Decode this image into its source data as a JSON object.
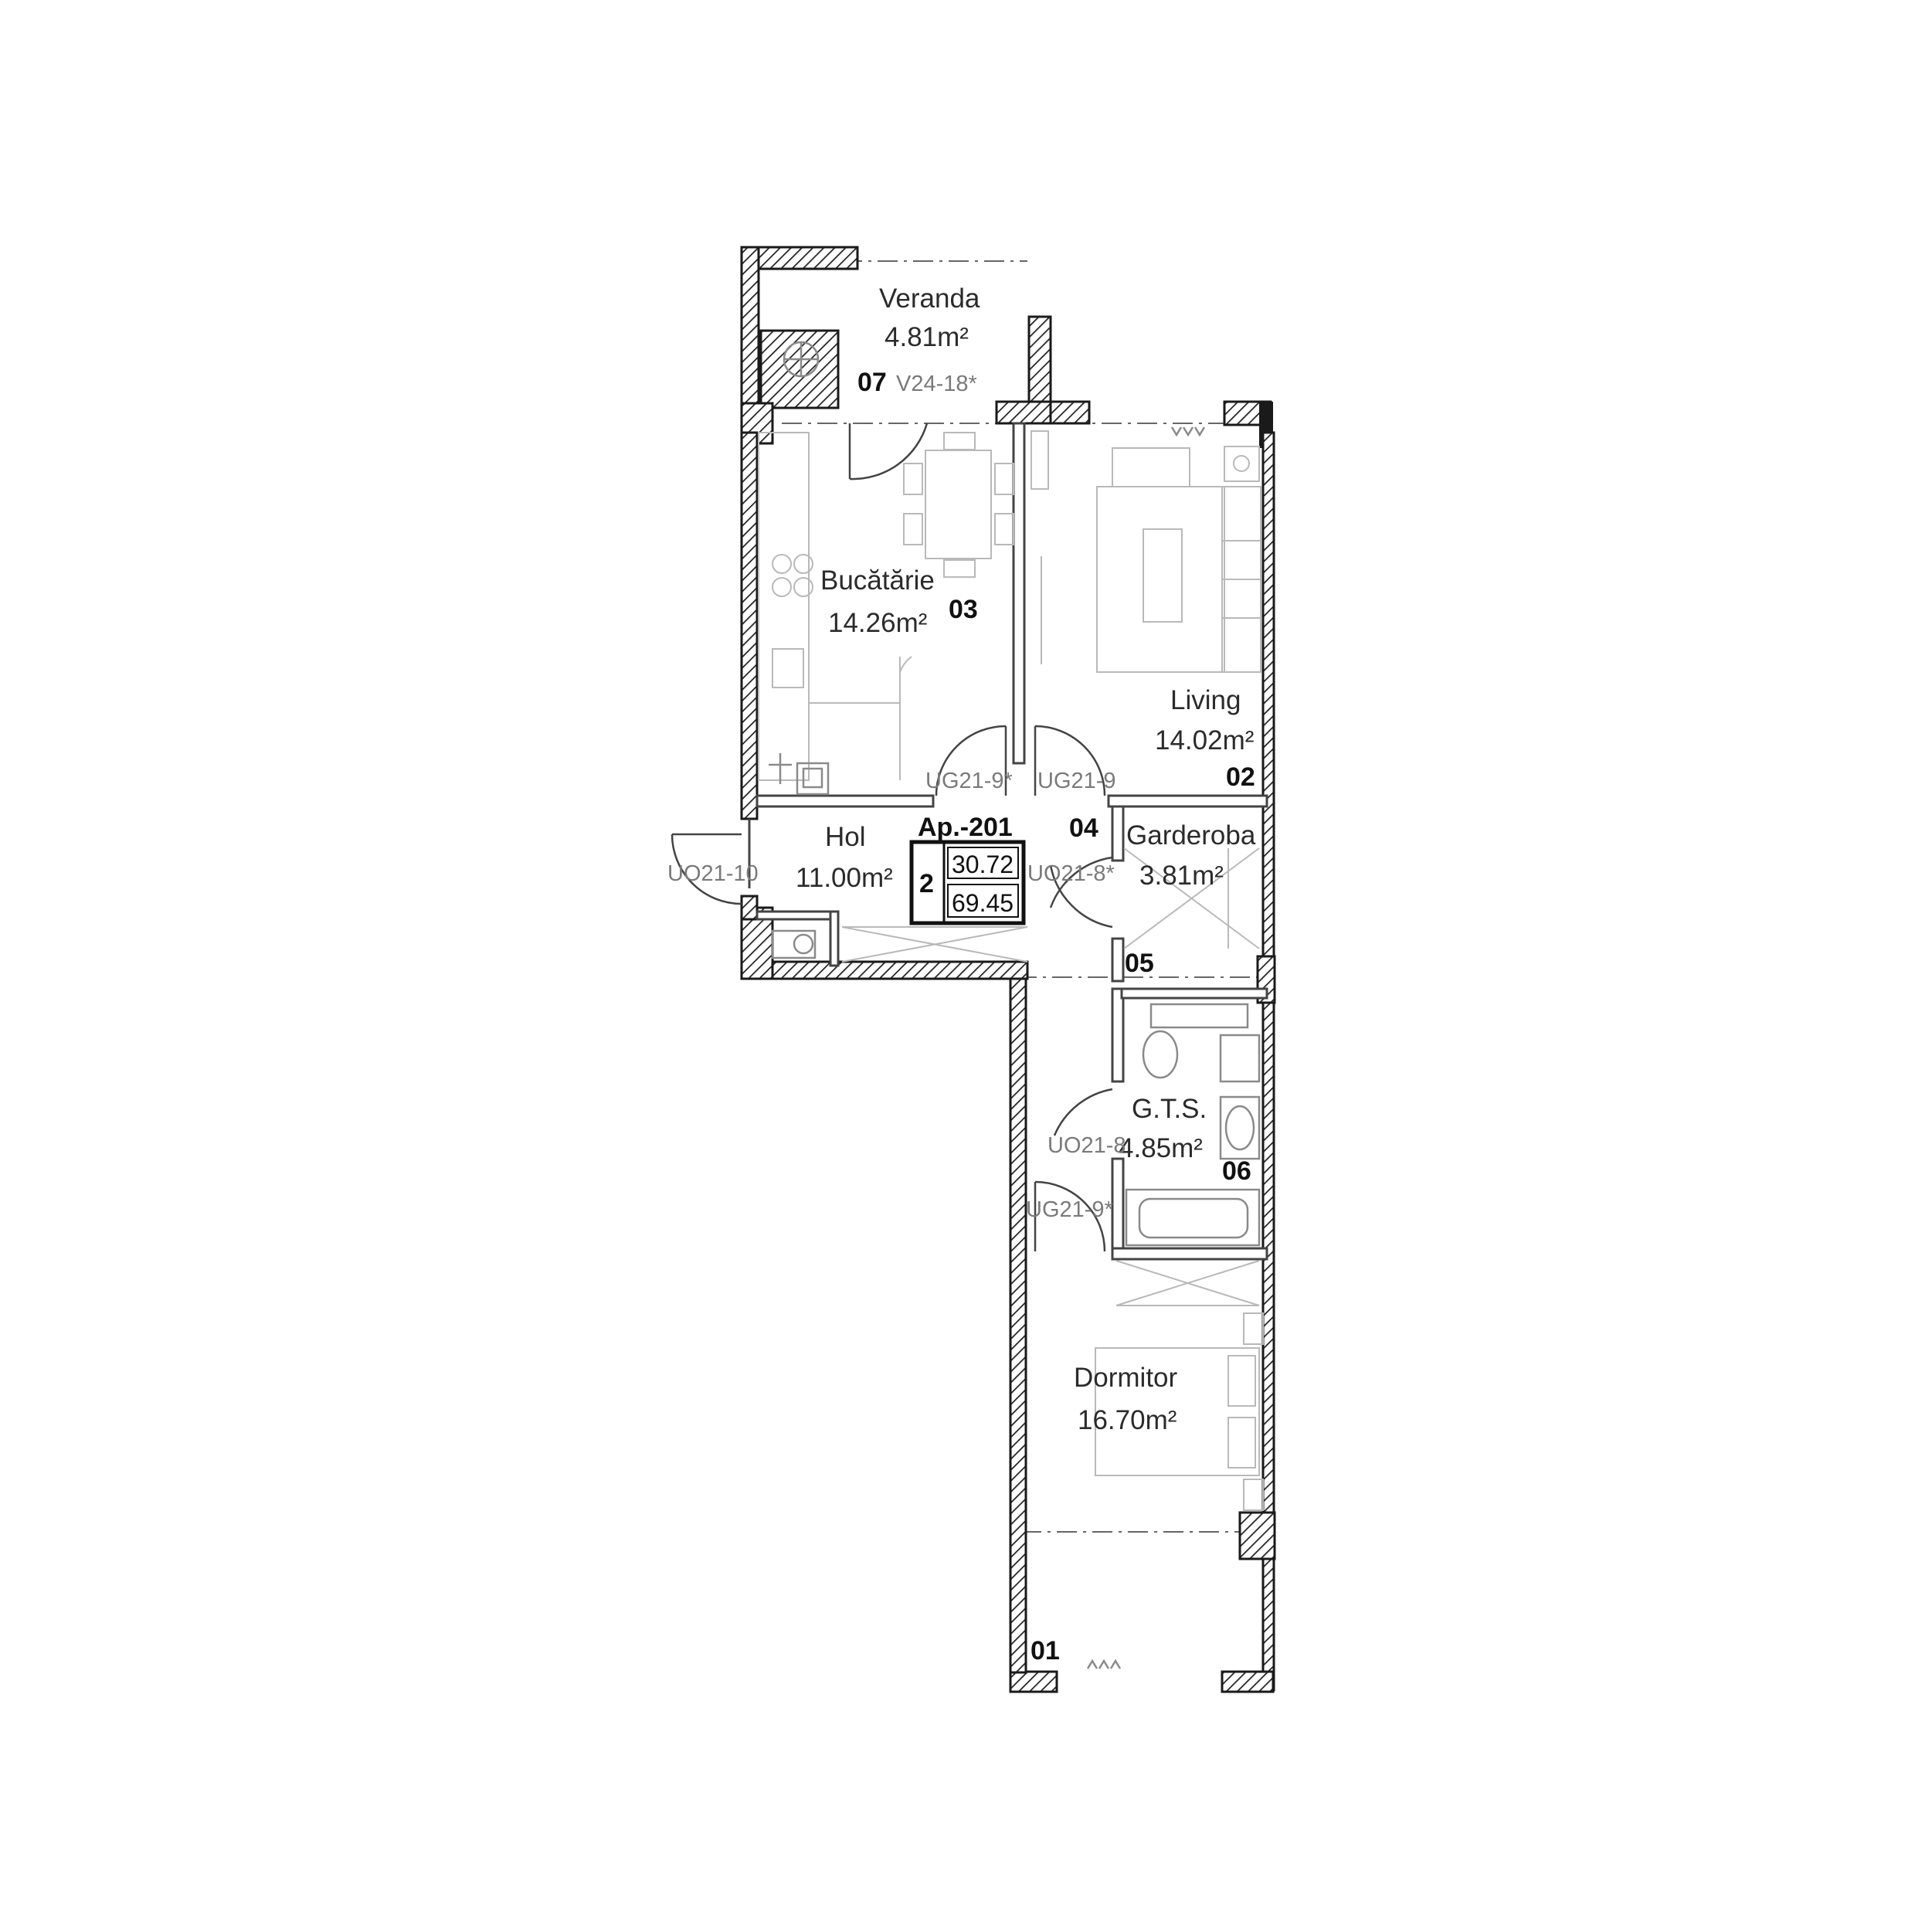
{
  "apartment": {
    "code": "Ap.-201",
    "rooms_count": "2",
    "living_area": "30.72",
    "total_area": "69.45"
  },
  "rooms": {
    "veranda": {
      "name": "Veranda",
      "area": "4.81m²",
      "number": "07"
    },
    "bucatarie": {
      "name": "Bucătărie",
      "area": "14.26m²",
      "number": "03"
    },
    "living": {
      "name": "Living",
      "area": "14.02m²",
      "number": "02"
    },
    "hol": {
      "name": "Hol",
      "area": "11.00m²",
      "number": "04"
    },
    "garderoba": {
      "name": "Garderoba",
      "area": "3.81m²",
      "number": "05"
    },
    "gts": {
      "name": "G.T.S.",
      "area": "4.85m²",
      "number": "06"
    },
    "dormitor": {
      "name": "Dormitor",
      "area": "16.70m²",
      "number": "01"
    }
  },
  "doors": {
    "veranda_window": "V24-18*",
    "kitchen_door": "UG21-9*",
    "living_door": "UG21-9",
    "entrance_door": "UO21-10",
    "garderoba_door": "UO21-8*",
    "gts_door": "UO21-8",
    "dormitor_door": "UG21-9*"
  }
}
